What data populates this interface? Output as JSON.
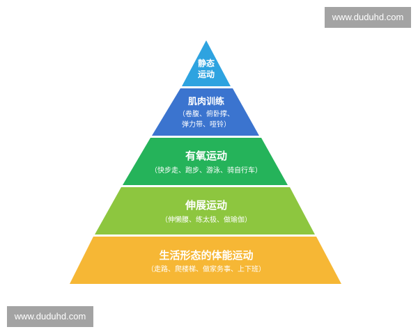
{
  "watermarks": {
    "top": "www.duduhd.com",
    "bottom": "www.duduhd.com"
  },
  "pyramid": {
    "tiers": [
      {
        "title": "静态",
        "title2": "运动",
        "sub": [],
        "color": "#2ea3e0"
      },
      {
        "title": "肌肉训练",
        "sub": [
          "（卷腹、俯卧撑、",
          "弹力带、哑铃）"
        ],
        "color": "#3b74cf"
      },
      {
        "title": "有氧运动",
        "sub": [
          "（快步走、跑步、游泳、骑自行车）"
        ],
        "color": "#25b35a"
      },
      {
        "title": "伸展运动",
        "sub": [
          "（伸懒腰、练太极、做瑜伽）"
        ],
        "color": "#8dc63f"
      },
      {
        "title": "生活形态的体能运动",
        "sub": [
          "（走路、爬楼梯、做家务事、上下班）"
        ],
        "color": "#f6b735"
      }
    ]
  }
}
